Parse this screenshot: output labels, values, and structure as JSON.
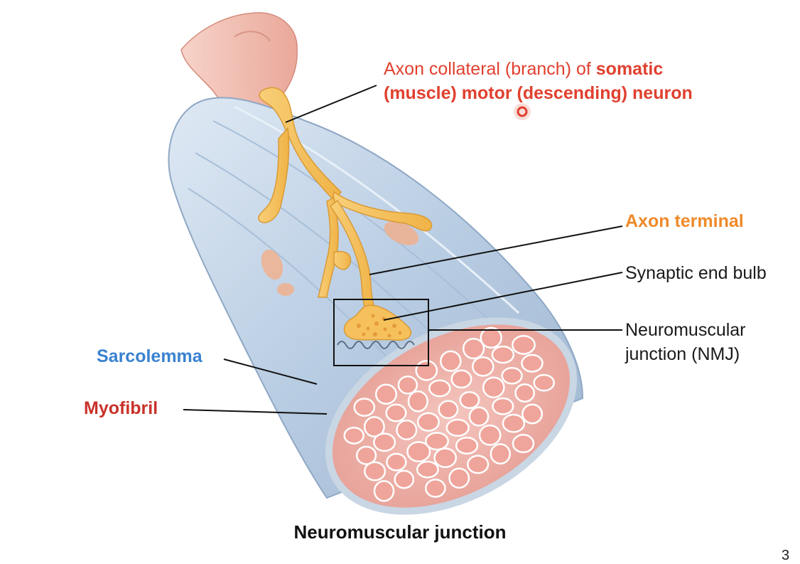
{
  "labels": {
    "axon_collateral_prefix": "Axon collateral (branch) of ",
    "axon_collateral_bold1": "somatic",
    "axon_collateral_bold2": "(muscle) motor (descending) neuron",
    "axon_terminal": "Axon terminal",
    "synaptic_end_bulb": "Synaptic end bulb",
    "nmj_line1": "Neuromuscular",
    "nmj_line2": "junction (NMJ)",
    "sarcolemma": "Sarcolemma",
    "myofibril": "Myofibril"
  },
  "caption": "Neuromuscular junction",
  "page_number": "3",
  "colors": {
    "label_red": "#e0402f",
    "label_orange": "#ef8a2b",
    "label_blue": "#3a82d0",
    "label_dark_red": "#c9332b",
    "axon": "#f6c15c",
    "fiber": "#c7d8ea",
    "myofibril": "#efa59b"
  }
}
